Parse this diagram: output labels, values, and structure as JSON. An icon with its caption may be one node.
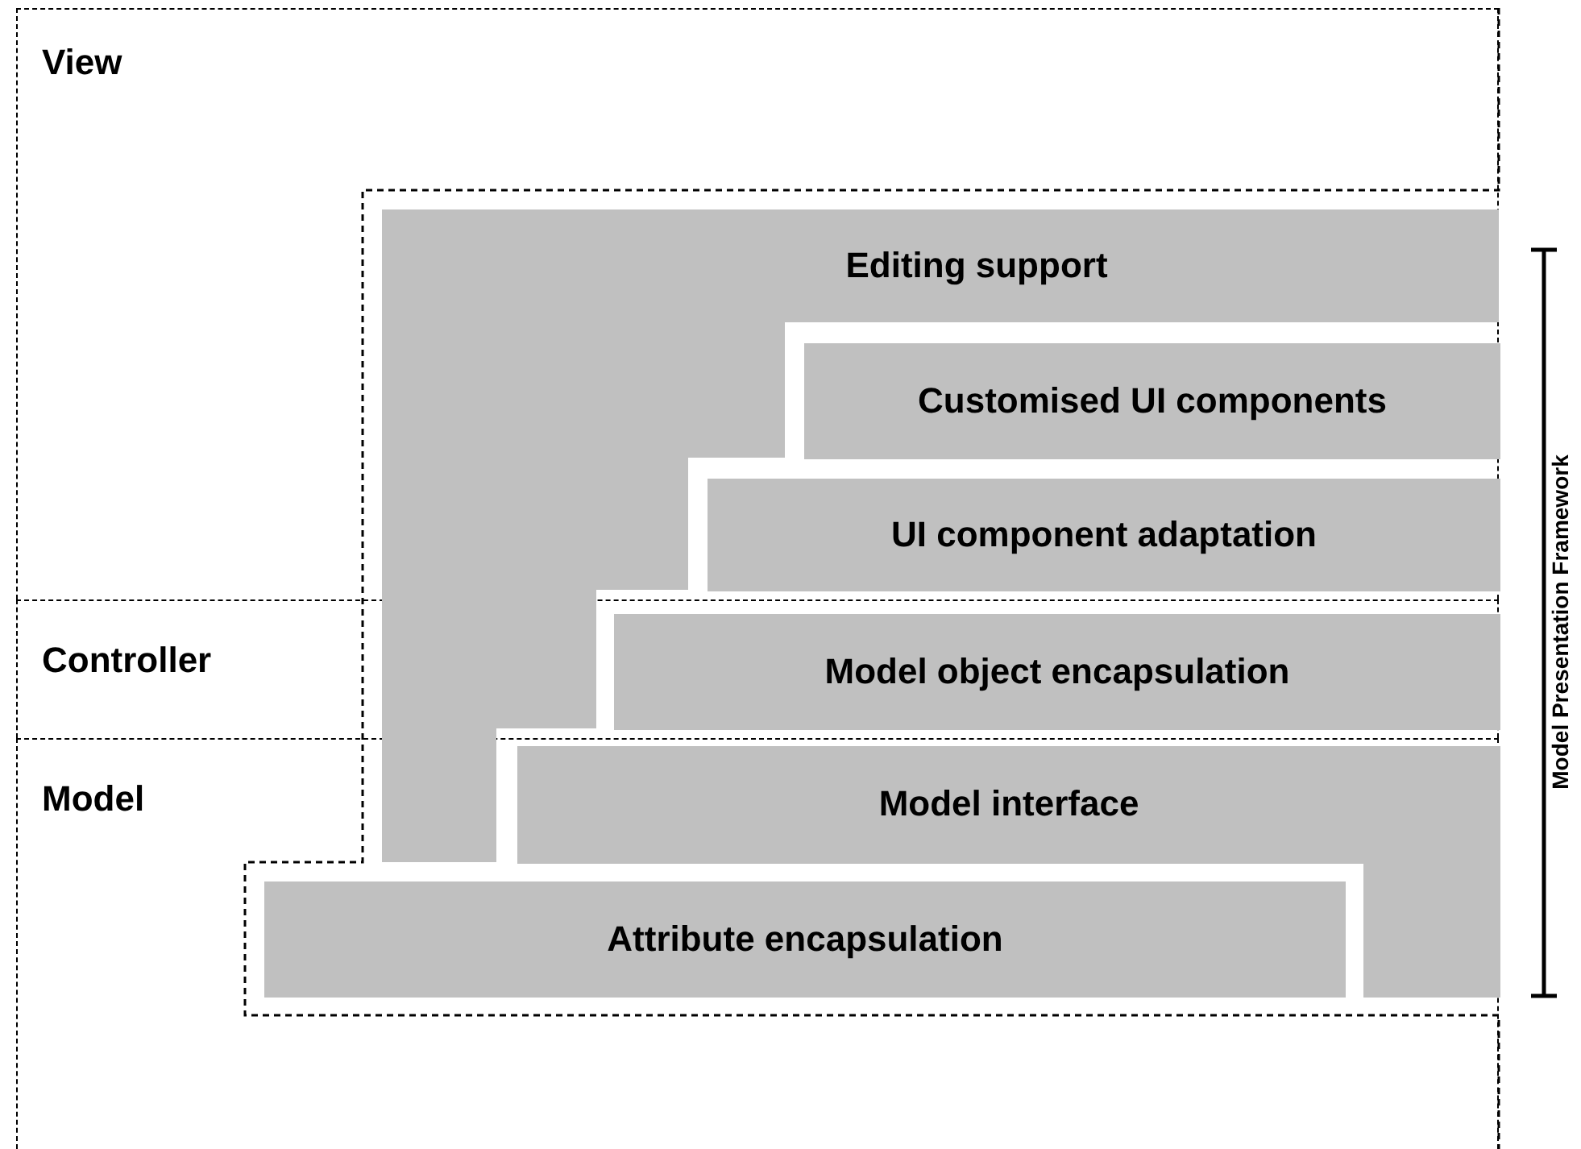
{
  "diagram": {
    "nodes": [
      {
        "text": [
          "View"
        ]
      },
      {
        "text": [
          "Controller"
        ]
      },
      {
        "text": [
          "Model"
        ]
      },
      {
        "text": [
          "Editing support"
        ]
      },
      {
        "text": [
          "Customised UI components"
        ],
        "in": 0
      },
      {
        "text": [
          "UI component adaptation"
        ],
        "in": 0
      },
      {
        "text": [
          "Model object encapsulation"
        ],
        "in": 1
      },
      {
        "text": [
          "Model interface"
        ],
        "in": 2
      },
      {
        "text": [
          "Attribute encapsulation"
        ],
        "in": 2
      }
    ],
    "edges": [],
    "labels": [
      "Model Presentation Framework"
    ]
  }
}
